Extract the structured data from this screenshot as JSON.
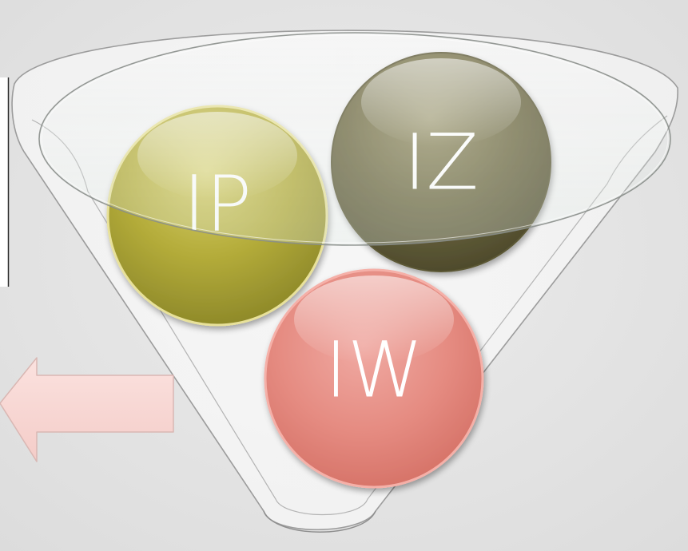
{
  "diagram": {
    "balls": [
      {
        "id": "ip",
        "label": "IP"
      },
      {
        "id": "iz",
        "label": "IZ"
      },
      {
        "id": "iw",
        "label": "IW"
      }
    ]
  },
  "colors": {
    "background": "#e4e4e4",
    "ip": "#b4ad3c",
    "iz": "#6f6a43",
    "iw": "#e9867d",
    "arrow_fill": "#f8d7d4",
    "funnel_stroke": "#9a9a9a"
  }
}
